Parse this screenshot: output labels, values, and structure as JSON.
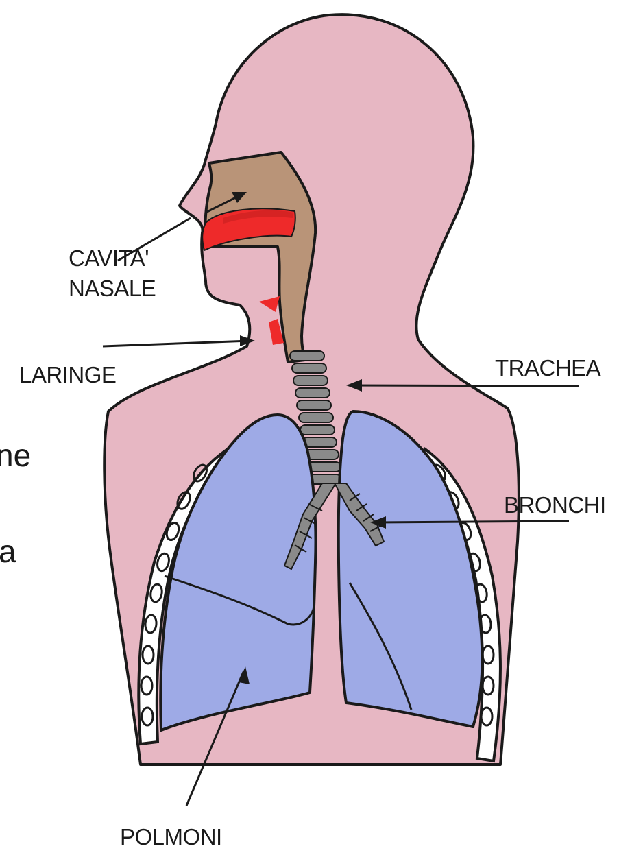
{
  "labels": {
    "cavita_line1": "CAVITA'",
    "cavita_line2": "NASALE",
    "laringe": "LARINGE",
    "trachea": "TRACHEA",
    "bronchi": "BRONCHI",
    "polmoni": "POLMONI"
  },
  "cropped_text": {
    "line1": "ne",
    "line2": "a"
  },
  "colors": {
    "skin": "#e7b7c3",
    "lung": "#9eaae6",
    "nasal": "#b99478",
    "mucosa": "#ee2a2a",
    "trachea_rings": "#8a8a8a",
    "outline": "#1a1a1a"
  }
}
